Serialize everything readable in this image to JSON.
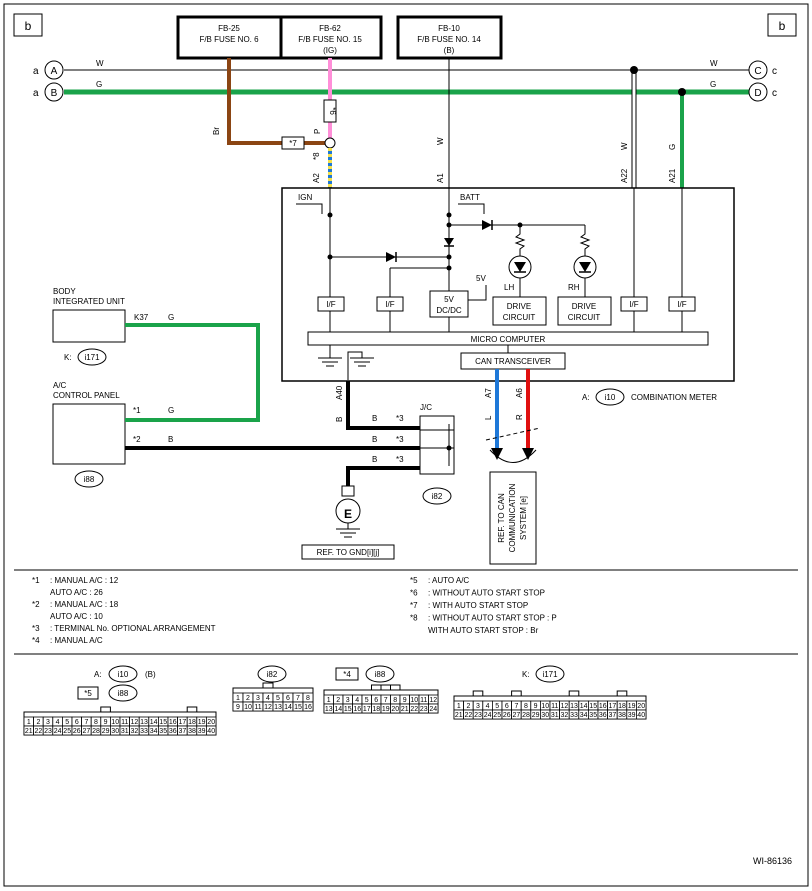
{
  "page_labels": {
    "left": "b",
    "right": "b"
  },
  "fuse_boxes": [
    {
      "code": "FB-25",
      "name": "F/B FUSE NO. 6",
      "sub": ""
    },
    {
      "code": "FB-62",
      "name": "F/B FUSE NO. 15",
      "sub": "(IG)"
    },
    {
      "code": "FB-10",
      "name": "F/B FUSE NO. 14",
      "sub": "(B)"
    }
  ],
  "connectors": {
    "left": [
      {
        "label": "a",
        "node": "A",
        "wire": "W"
      },
      {
        "label": "a",
        "node": "B",
        "wire": "G"
      }
    ],
    "right": [
      {
        "label": "c",
        "node": "C",
        "wire": "W"
      },
      {
        "label": "c",
        "node": "D",
        "wire": "G"
      }
    ]
  },
  "wire_labels": {
    "br": "Br",
    "p": "P",
    "w_batt": "W",
    "w_a22": "W",
    "g_a21": "G",
    "k37_g": "G",
    "panel_g": "G",
    "panel_b": "B",
    "jc_b1": "B",
    "jc_b2": "B",
    "jc_b3": "B",
    "a40_b": "B",
    "can_l": "L",
    "can_r": "R"
  },
  "marks": {
    "m6": "*6",
    "m7": "*7",
    "m8": "*8",
    "m1": "*1",
    "m2": "*2",
    "m3a": "*3",
    "m3b": "*3",
    "m3c": "*3"
  },
  "pins": {
    "a2": "A2",
    "a1": "A1",
    "a22": "A22",
    "a21": "A21",
    "a40": "A40",
    "a7": "A7",
    "a6": "A6",
    "k37": "K37"
  },
  "meter": {
    "ign": "IGN",
    "batt": "BATT",
    "dcdc_l1": "5V",
    "dcdc_l2": "DC/DC",
    "v5": "5V",
    "lh": "LH",
    "rh": "RH",
    "drive_l1": "DRIVE",
    "drive_l2": "CIRCUIT",
    "if_label": "I/F",
    "micro": "MICRO COMPUTER",
    "can": "CAN TRANSCEIVER",
    "ref_prefix": "A:",
    "ref_code": "i10",
    "ref_name": "COMBINATION METER"
  },
  "body_unit": {
    "l1": "BODY",
    "l2": "INTEGRATED UNIT",
    "ref_prefix": "K:",
    "ref_code": "i171"
  },
  "ac_panel": {
    "l1": "A/C",
    "l2": "CONTROL PANEL",
    "ref_code": "i88"
  },
  "jc": {
    "label": "J/C",
    "ref_code": "i82"
  },
  "ground": {
    "symbol": "E",
    "ref": "REF. TO GND[i][j]"
  },
  "can_ref": {
    "l1": "REF. TO CAN",
    "l2": "COMMUNICATION",
    "l3": "SYSTEM [e]"
  },
  "notes": {
    "left": [
      {
        "mark": "*1",
        "text": ": MANUAL A/C   : 12"
      },
      {
        "mark": "",
        "text": "  AUTO A/C   : 26"
      },
      {
        "mark": "*2",
        "text": ": MANUAL A/C   : 18"
      },
      {
        "mark": "",
        "text": "  AUTO A/C   : 10"
      },
      {
        "mark": "*3",
        "text": ": TERMINAL No. OPTIONAL ARRANGEMENT"
      },
      {
        "mark": "*4",
        "text": ": MANUAL A/C"
      }
    ],
    "right": [
      {
        "mark": "*5",
        "text": ": AUTO A/C"
      },
      {
        "mark": "*6",
        "text": ": WITHOUT AUTO START STOP"
      },
      {
        "mark": "*7",
        "text": ": WITH AUTO START STOP"
      },
      {
        "mark": "*8",
        "text": ": WITHOUT AUTO START STOP   : P"
      },
      {
        "mark": "",
        "text": "  WITH AUTO START STOP   : Br"
      }
    ]
  },
  "connector_views": {
    "a_prefix": "A:",
    "a_code": "i10",
    "a_sub": "(B)",
    "m5": "*5",
    "m5_code": "i88",
    "i82_code": "i82",
    "m4": "*4",
    "m4_code": "i88",
    "k_prefix": "K:",
    "k_code": "i171",
    "i10_rows": [
      [
        "1",
        "2",
        "3",
        "4",
        "5",
        "6",
        "7",
        "8",
        "9",
        "10",
        "11",
        "12",
        "13",
        "14",
        "15",
        "16",
        "17",
        "18",
        "19",
        "20"
      ],
      [
        "21",
        "22",
        "23",
        "24",
        "25",
        "26",
        "27",
        "28",
        "29",
        "30",
        "31",
        "32",
        "33",
        "34",
        "35",
        "36",
        "37",
        "38",
        "39",
        "40"
      ]
    ],
    "i82_rows": [
      [
        "1",
        "2",
        "3",
        "4",
        "5",
        "6",
        "7",
        "8"
      ],
      [
        "9",
        "10",
        "11",
        "12",
        "13",
        "14",
        "15",
        "16"
      ]
    ],
    "i88_rows": [
      [
        "1",
        "2",
        "3",
        "4",
        "5",
        "6",
        "7",
        "8",
        "9",
        "10",
        "11",
        "12"
      ],
      [
        "13",
        "14",
        "15",
        "16",
        "17",
        "18",
        "19",
        "20",
        "21",
        "22",
        "23",
        "24"
      ]
    ],
    "i171_rows": [
      [
        "1",
        "2",
        "3",
        "4",
        "5",
        "6",
        "7",
        "8",
        "9",
        "10",
        "11",
        "12",
        "13",
        "14",
        "15",
        "16",
        "17",
        "18",
        "19",
        "20"
      ],
      [
        "21",
        "22",
        "23",
        "24",
        "25",
        "26",
        "27",
        "28",
        "29",
        "30",
        "31",
        "32",
        "33",
        "34",
        "35",
        "36",
        "37",
        "38",
        "39",
        "40"
      ]
    ]
  },
  "figure_id": "WI-86136",
  "colors": {
    "green": "#1aa34a",
    "brown": "#8b4513",
    "pink": "#ff8fd8",
    "blue": "#1e78d8",
    "red": "#e01010",
    "yellow": "#f4e14a",
    "white_wire": "#ffffff"
  }
}
